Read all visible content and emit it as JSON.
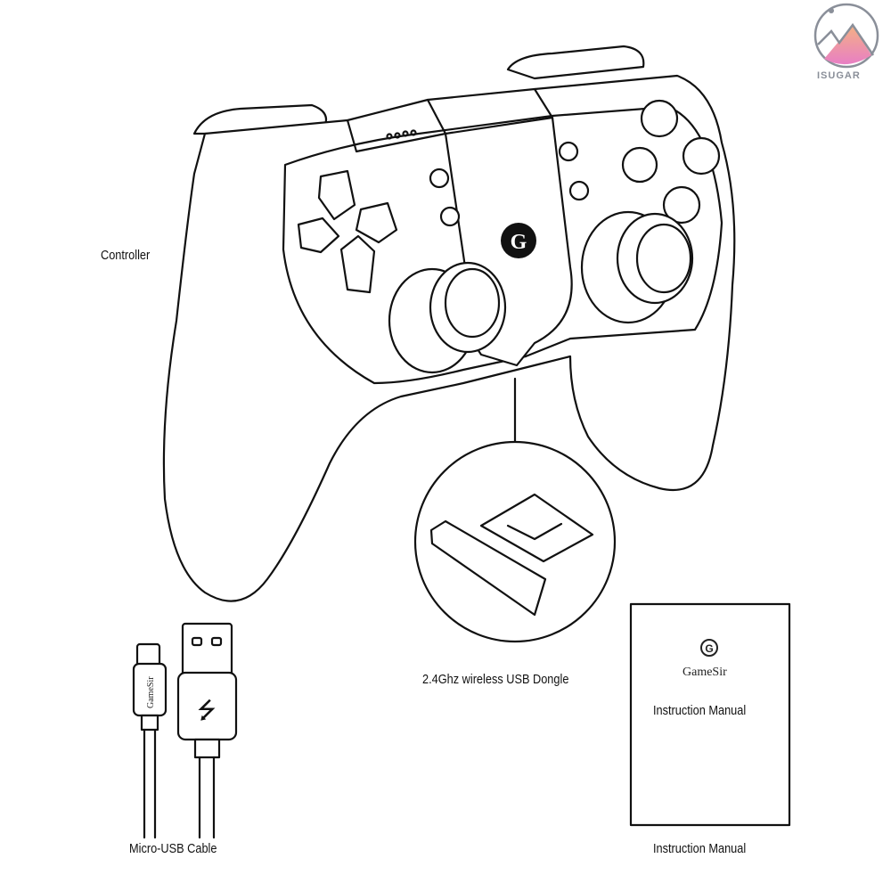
{
  "labels": {
    "controller": "Controller",
    "dongle": "2.4Ghz wireless USB Dongle",
    "cable": "Micro-USB Cable",
    "manual": "Instruction Manual"
  },
  "manual_cover": {
    "brand": "GameSir",
    "title": "Instruction Manual"
  },
  "cable_brand": "GameSir",
  "watermark": {
    "text": "ISUGAR",
    "colors": {
      "ring": "#8a8f99",
      "gradient_top": "#f4b183",
      "gradient_bottom": "#e87fc4"
    }
  }
}
